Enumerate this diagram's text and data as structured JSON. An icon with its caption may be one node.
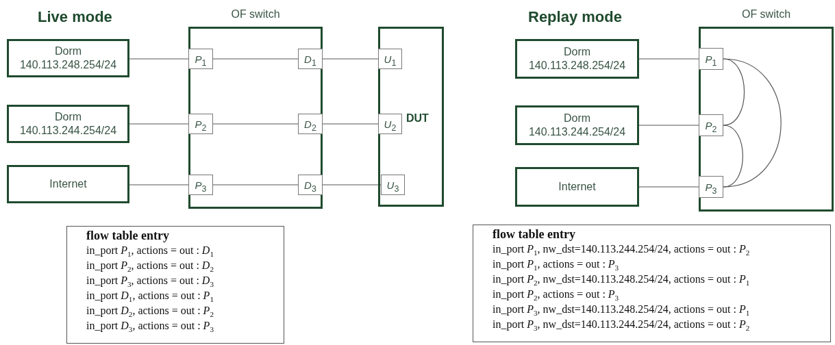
{
  "diagram": {
    "nodes": [
      {
        "text": [
          "Dorm",
          "140.113.248.254/24"
        ]
      },
      {
        "text": [
          "Dorm",
          "140.113.244.254/24"
        ]
      },
      {
        "text": [
          "Internet"
        ]
      },
      {
        "text": [
          "OF switch"
        ]
      },
      {
        "text": [
          "*P*$_{1}$"
        ],
        "in": 3
      },
      {
        "text": [
          "*D*$_{1}$"
        ],
        "in": 3
      },
      {
        "text": [
          "*P*$_{2}$"
        ],
        "in": 3
      },
      {
        "text": [
          "*D*$_{2}$"
        ],
        "in": 3
      },
      {
        "text": [
          "*P*$_{3}$"
        ],
        "in": 3
      },
      {
        "text": [
          "*D*$_{3}$"
        ],
        "in": 3
      },
      {
        "text": [
          "DUT"
        ]
      },
      {
        "text": [
          "*U*$_{1}$"
        ],
        "in": 10
      },
      {
        "text": [
          "*U*$_{2}$"
        ],
        "in": 10
      },
      {
        "text": [
          "*U*$_{3}$"
        ],
        "in": 10
      },
      {
        "text": [
          "Dorm",
          "140.113.248.254/24"
        ]
      },
      {
        "text": [
          "Dorm",
          "140.113.244.254/24"
        ]
      },
      {
        "text": [
          "Internet"
        ]
      },
      {
        "text": [
          "OF switch"
        ]
      },
      {
        "text": [
          "*P*$_{1}$"
        ],
        "in": 17
      },
      {
        "text": [
          "*P*$_{2}$"
        ],
        "in": 17
      },
      {
        "text": [
          "*P*$_{3}$"
        ],
        "in": 17
      },
      {
        "text": [
          "flow table entry",
          "in_port *P*$_{1}$, actions = out : *D*$_{1}$",
          "in_port *P*$_{2}$, actions = out : *D*$_{2}$",
          "in_port *P*$_{3}$, actions = out : *D*$_{3}$",
          "in_port *D*$_{1}$, actions = out : *P*$_{1}$",
          "in_port *D*$_{2}$, actions = out : *P*$_{2}$",
          "in_port *D*$_{3}$, actions = out : *P*$_{3}$"
        ]
      },
      {
        "text": [
          "flow table entry",
          "in_port *P*$_{1}$, nw_dst=140.113.244.254/24, actions = out : *P*$_{2}$",
          "in_port *P*$_{1}$, actions = out : *P*$_{3}$",
          "in_port *P*$_{2}$, nw_dst=140.113.248.254/24, actions = out : *P*$_{1}$",
          "in_port *P*$_{2}$, actions = out : *P*$_{3}$",
          "in_port *P*$_{3}$, nw_dst=140.113.248.254/24, actions = out : *P*$_{1}$",
          "in_port *P*$_{3}$, nw_dst=140.113.244.254/24, actions = out : *P*$_{2}$"
        ]
      }
    ],
    "edges": [
      {
        "from": 0,
        "to": 4,
        "arrow": "none"
      },
      {
        "from": 4,
        "to": 5,
        "arrow": "none"
      },
      {
        "from": 5,
        "to": 11,
        "arrow": "none"
      },
      {
        "from": 1,
        "to": 6,
        "arrow": "none"
      },
      {
        "from": 6,
        "to": 7,
        "arrow": "none"
      },
      {
        "from": 7,
        "to": 12,
        "arrow": "none"
      },
      {
        "from": 2,
        "to": 8,
        "arrow": "none"
      },
      {
        "from": 8,
        "to": 9,
        "arrow": "none"
      },
      {
        "from": 9,
        "to": 13,
        "arrow": "none"
      },
      {
        "from": 14,
        "to": 18,
        "arrow": "none"
      },
      {
        "from": 15,
        "to": 19,
        "arrow": "none"
      },
      {
        "from": 16,
        "to": 20,
        "arrow": "none"
      },
      {
        "from": 18,
        "to": 19,
        "arrow": "none"
      },
      {
        "from": 19,
        "to": 20,
        "arrow": "none"
      },
      {
        "from": 18,
        "to": 20,
        "arrow": "none"
      }
    ],
    "labels": [
      "Live mode",
      "Replay mode"
    ]
  }
}
